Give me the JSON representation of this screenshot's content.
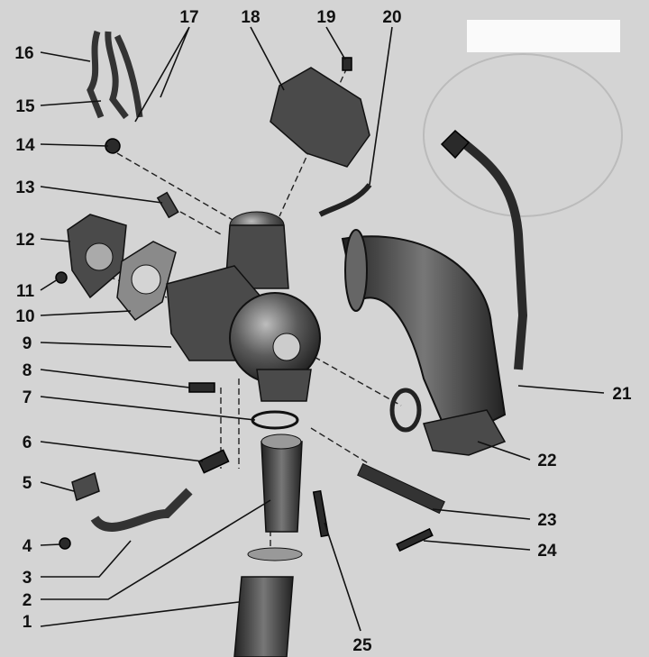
{
  "diagram": {
    "type": "exploded-parts-diagram",
    "background_color": "#d4d4d4",
    "ink_color": "#111111",
    "callouts": [
      "1",
      "2",
      "3",
      "4",
      "5",
      "6",
      "7",
      "8",
      "9",
      "10",
      "11",
      "12",
      "13",
      "14",
      "15",
      "16",
      "17",
      "18",
      "19",
      "20",
      "21",
      "22",
      "23",
      "24",
      "25"
    ]
  }
}
